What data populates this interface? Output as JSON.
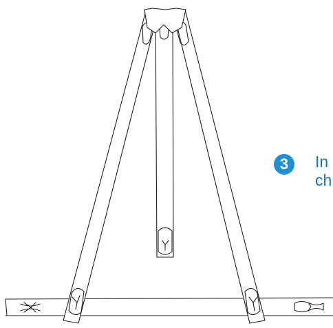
{
  "step": {
    "number": "3",
    "text_line_1": "In",
    "text_line_2": "ch"
  },
  "colors": {
    "accent": "#1f8fd3",
    "text": "#1f6fae",
    "outline": "#231f20"
  }
}
